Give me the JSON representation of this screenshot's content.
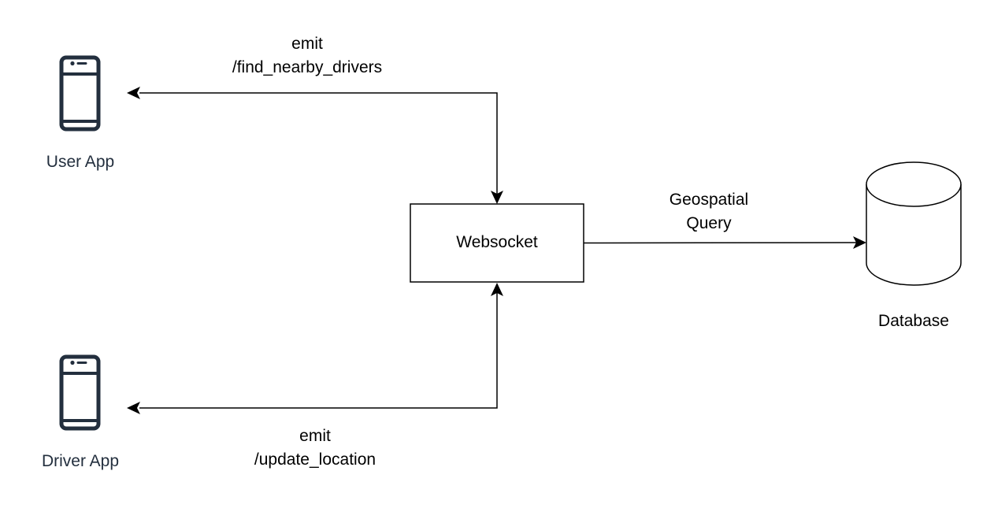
{
  "nodes": {
    "user_app": {
      "label": "User App",
      "icon": "mobile-phone-icon"
    },
    "driver_app": {
      "label": "Driver App",
      "icon": "mobile-phone-icon"
    },
    "websocket": {
      "label": "Websocket"
    },
    "database": {
      "label": "Database",
      "icon": "database-cylinder-icon"
    }
  },
  "edges": {
    "find_nearby": {
      "line1": "emit",
      "line2": "/find_nearby_drivers"
    },
    "update_location": {
      "line1": "emit",
      "line2": "/update_location"
    },
    "geo_query": {
      "line1": "Geospatial",
      "line2": "Query"
    }
  },
  "colors": {
    "icon": "#232f3e",
    "line": "#000000",
    "background": "#ffffff"
  }
}
